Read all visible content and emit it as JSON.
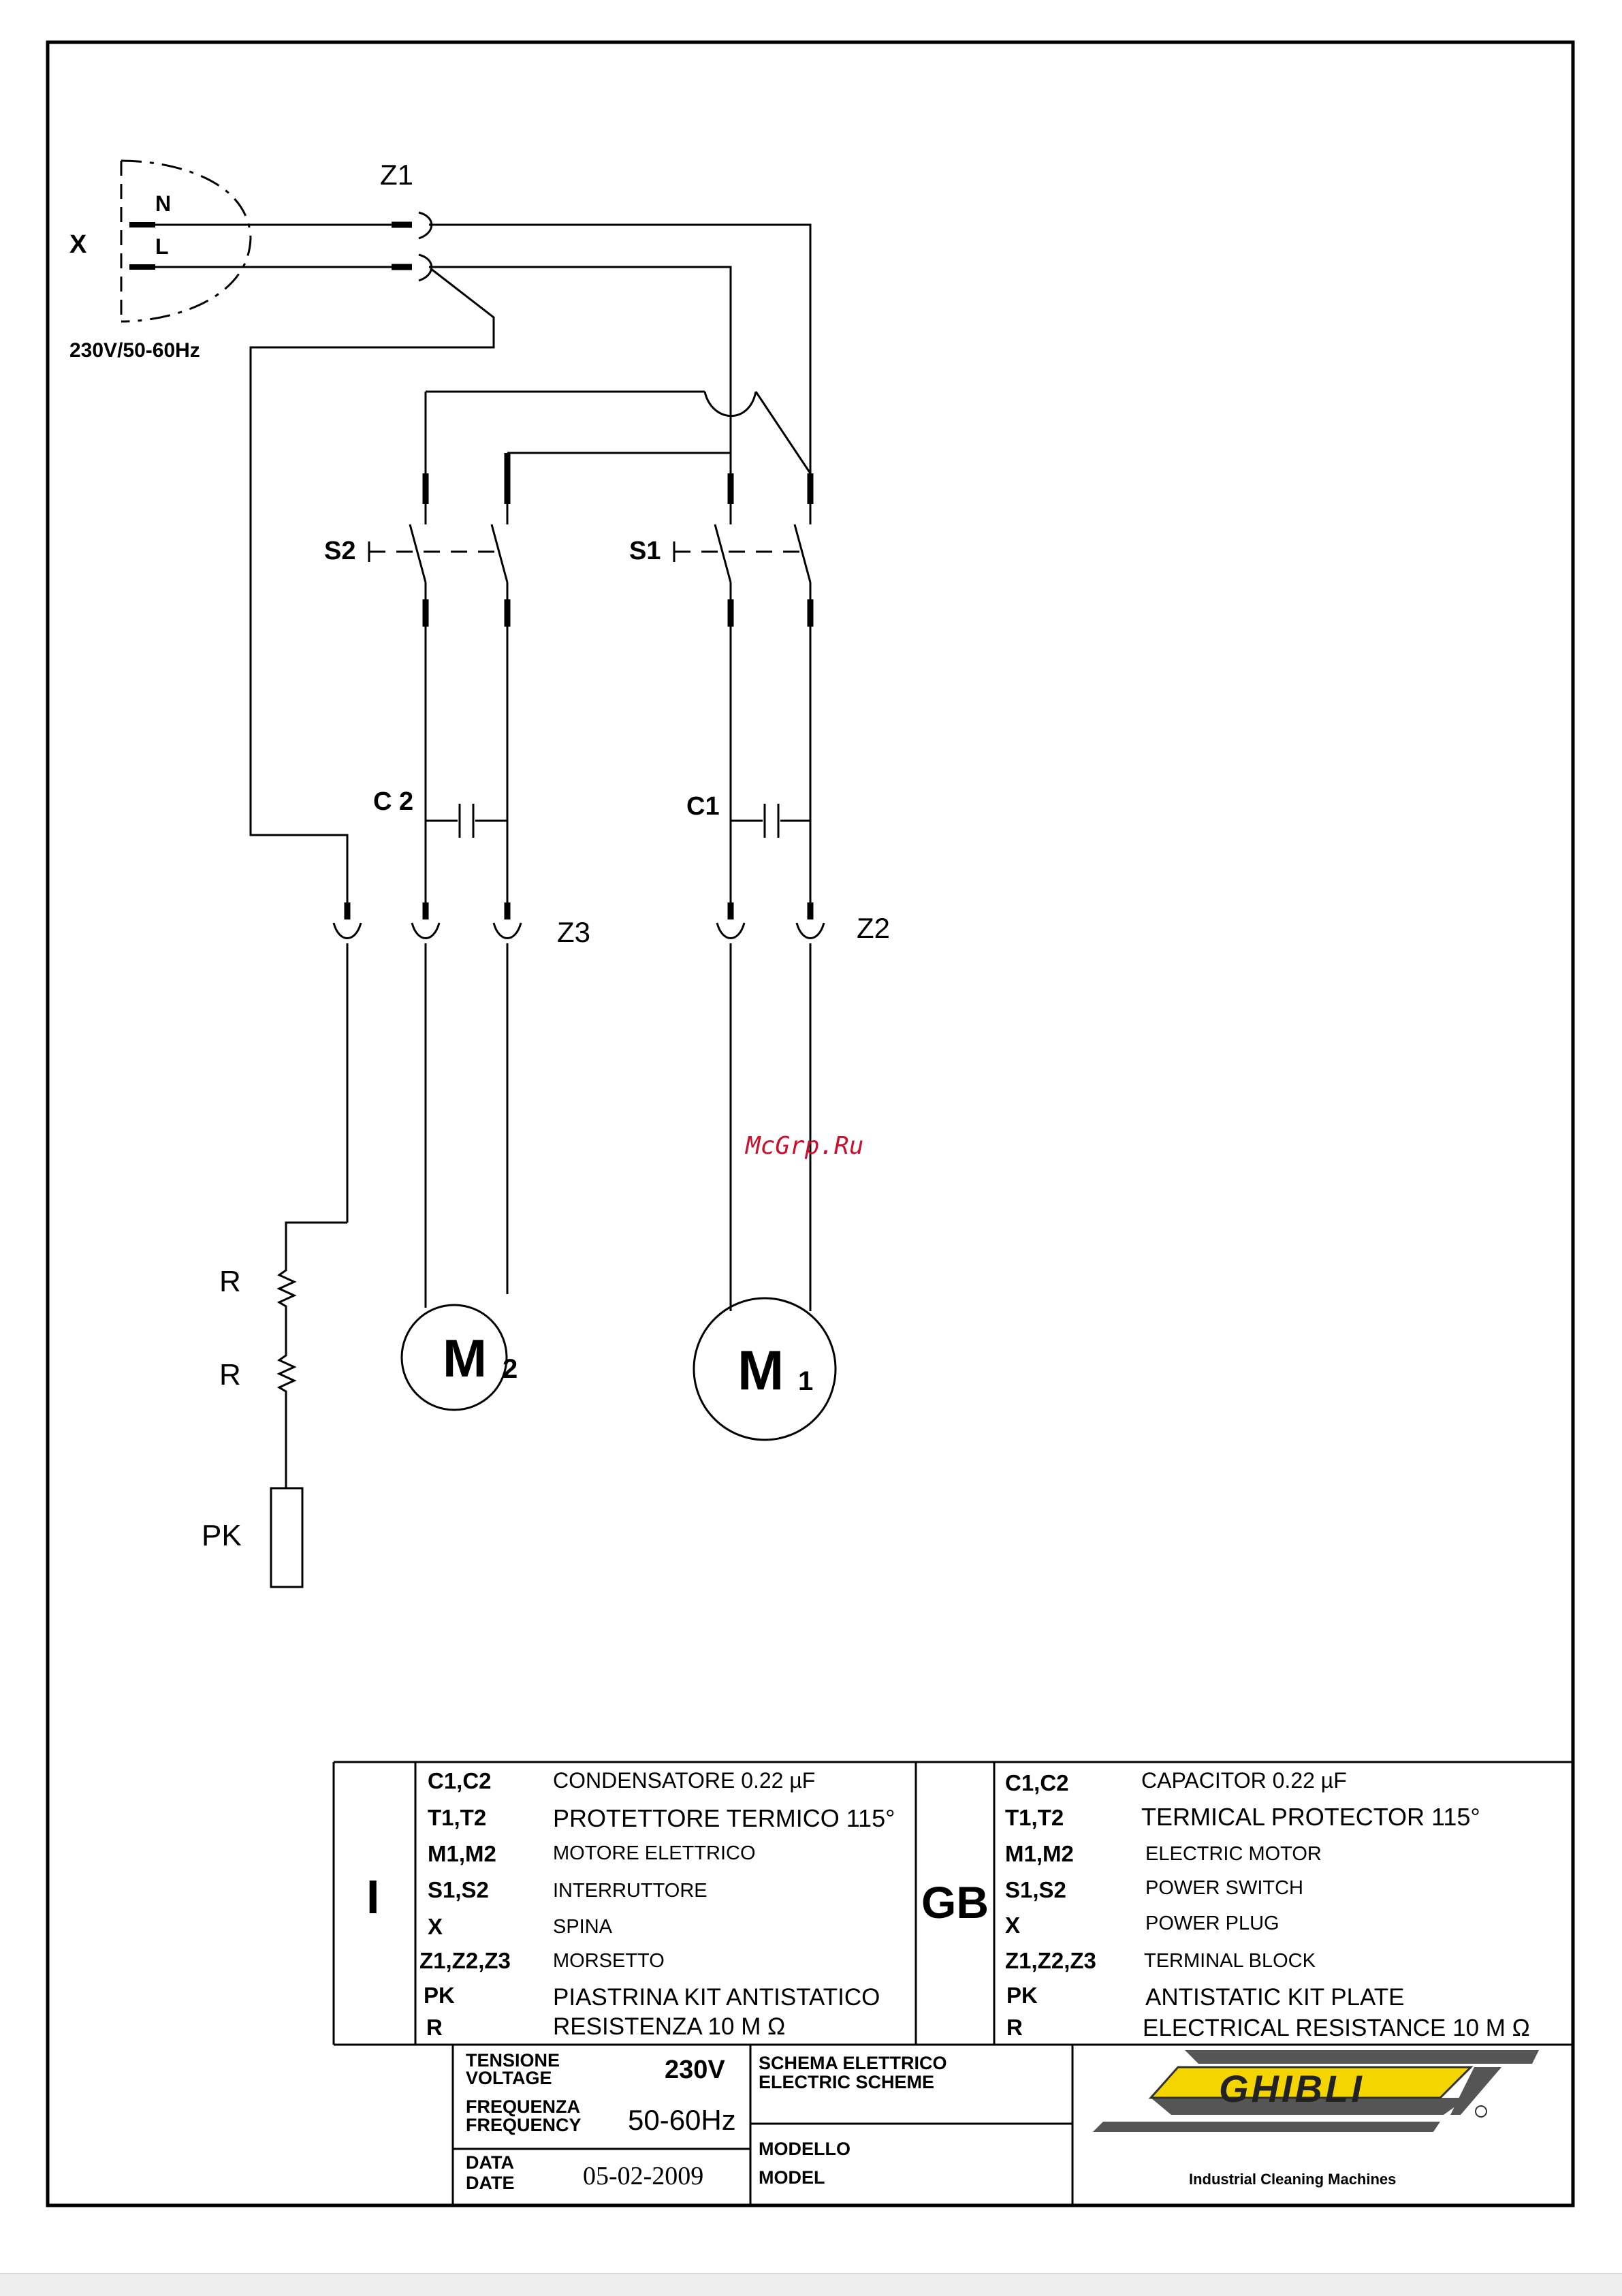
{
  "diagram": {
    "plug": {
      "label_x": "X",
      "label_n": "N",
      "label_l": "L",
      "voltage": "230V/50-60Hz"
    },
    "terminals": {
      "z1": "Z1",
      "z2": "Z2",
      "z3": "Z3"
    },
    "switches": {
      "s1": "S1",
      "s2": "S2"
    },
    "capacitors": {
      "c1": "C1",
      "c2": "C 2"
    },
    "motors": {
      "m1_letter": "M",
      "m1_index": "1",
      "m2_letter": "M",
      "m2_index": "2"
    },
    "resistors": {
      "r1": "R",
      "r2": "R"
    },
    "plate": "PK"
  },
  "watermark": "McGrp.Ru",
  "legend": {
    "it_lang": "I",
    "gb_lang": "GB",
    "it_items": [
      {
        "code": "C1,C2",
        "desc": "CONDENSATORE  0.22  µF"
      },
      {
        "code": "T1,T2",
        "desc": "PROTETTORE TERMICO 115°"
      },
      {
        "code": "M1,M2",
        "desc": "MOTORE ELETTRICO"
      },
      {
        "code": "S1,S2",
        "desc": "INTERRUTTORE"
      },
      {
        "code": "X",
        "desc": "SPINA"
      },
      {
        "code": "Z1,Z2,Z3",
        "desc": "MORSETTO"
      },
      {
        "code": "PK",
        "desc": "PIASTRINA KIT ANTISTATICO"
      },
      {
        "code": "R",
        "desc": "RESISTENZA 10 M Ω"
      }
    ],
    "gb_items": [
      {
        "code": "C1,C2",
        "desc": "CAPACITOR  0.22  µF"
      },
      {
        "code": "T1,T2",
        "desc": "TERMICAL PROTECTOR  115°"
      },
      {
        "code": "M1,M2",
        "desc": "ELECTRIC MOTOR"
      },
      {
        "code": "S1,S2",
        "desc": "POWER SWITCH"
      },
      {
        "code": "X",
        "desc": "POWER PLUG"
      },
      {
        "code": "Z1,Z2,Z3",
        "desc": "TERMINAL BLOCK"
      },
      {
        "code": "PK",
        "desc": "ANTISTATIC KIT PLATE"
      },
      {
        "code": "R",
        "desc": "ELECTRICAL RESISTANCE 10 M Ω"
      }
    ]
  },
  "title_block": {
    "voltage_label_it": "TENSIONE",
    "voltage_label_en": "VOLTAGE",
    "voltage_value": "230V",
    "frequency_label_it": "FREQUENZA",
    "frequency_label_en": "FREQUENCY",
    "frequency_value": "50-60Hz",
    "date_label_it": "DATA",
    "date_label_en": "DATE",
    "date_value": "05-02-2009",
    "scheme_label_it": "SCHEMA ELETTRICO",
    "scheme_label_en": "ELECTRIC SCHEME",
    "model_label_it": "MODELLO",
    "model_label_en": "MODEL",
    "logo_text": "GHIBLI",
    "logo_tagline": "Industrial Cleaning Machines",
    "logo_color": "#f5d500"
  }
}
